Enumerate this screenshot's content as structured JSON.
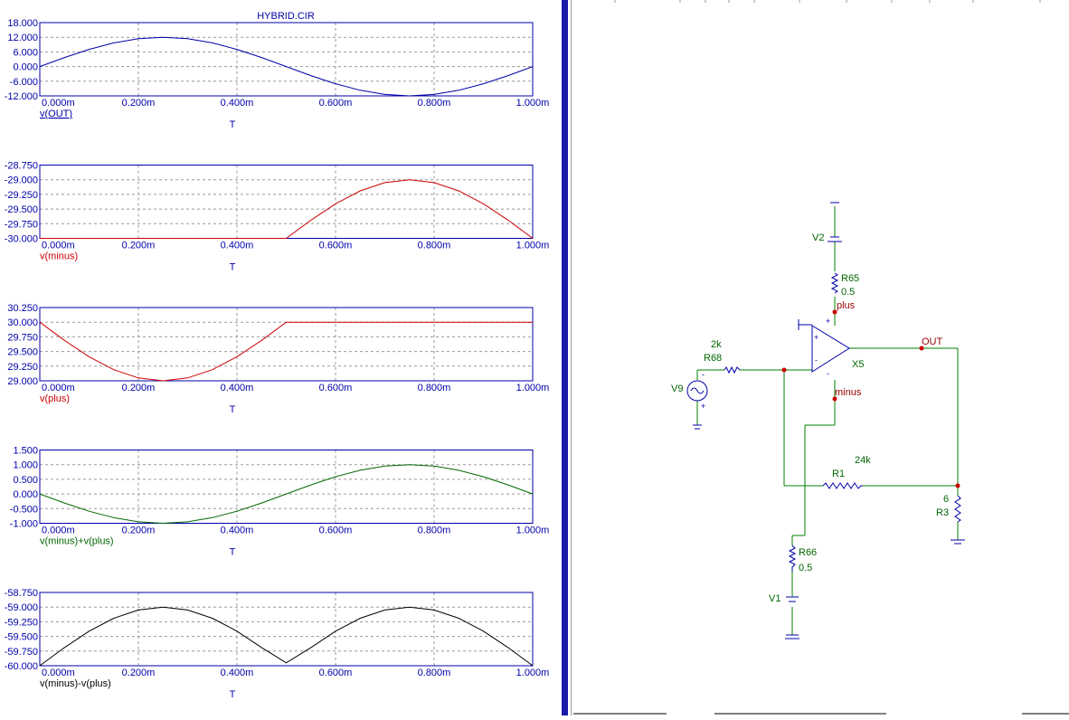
{
  "window": {
    "title": "HYBRID.CIR"
  },
  "colors": {
    "axis": "#0000aa",
    "blue": "#0000aa",
    "red": "#cc0000",
    "green": "#006600",
    "black": "#000000",
    "schematic_wire": "#008000",
    "schematic_part": "#0000aa",
    "node_dot": "#cc0000",
    "node_label": "#990000"
  },
  "chart_data": [
    {
      "type": "line",
      "title": "HYBRID.CIR",
      "xlabel": "T",
      "ylabel": "v(OUT)",
      "x_ticks": [
        "0.000m",
        "0.200m",
        "0.400m",
        "0.600m",
        "0.800m",
        "1.000m"
      ],
      "y_ticks": [
        "18.000",
        "12.000",
        "6.000",
        "0.000",
        "-6.000",
        "-12.000"
      ],
      "xlim": [
        0,
        1.0
      ],
      "ylim": [
        -12,
        18
      ],
      "grid": true,
      "series": [
        {
          "name": "v(OUT)",
          "color": "#0000aa",
          "x": [
            0,
            0.05,
            0.1,
            0.15,
            0.2,
            0.25,
            0.3,
            0.35,
            0.4,
            0.45,
            0.5,
            0.55,
            0.6,
            0.65,
            0.7,
            0.75,
            0.8,
            0.85,
            0.9,
            0.95,
            1.0
          ],
          "y": [
            0,
            3.71,
            7.05,
            9.71,
            11.41,
            12,
            11.41,
            9.71,
            7.05,
            3.71,
            0,
            -3.71,
            -7.05,
            -9.71,
            -11.41,
            -12,
            -11.41,
            -9.71,
            -7.05,
            -3.71,
            0
          ]
        }
      ]
    },
    {
      "type": "line",
      "xlabel": "T",
      "ylabel": "v(minus)",
      "x_ticks": [
        "0.000m",
        "0.200m",
        "0.400m",
        "0.600m",
        "0.800m",
        "1.000m"
      ],
      "y_ticks": [
        "-28.750",
        "-29.000",
        "-29.250",
        "-29.500",
        "-29.750",
        "-30.000"
      ],
      "xlim": [
        0,
        1.0
      ],
      "ylim": [
        -30,
        -28.75
      ],
      "grid": true,
      "series": [
        {
          "name": "v(minus)",
          "color": "#cc0000",
          "x": [
            0,
            0.05,
            0.1,
            0.15,
            0.2,
            0.25,
            0.3,
            0.35,
            0.4,
            0.45,
            0.5,
            0.55,
            0.6,
            0.65,
            0.7,
            0.75,
            0.8,
            0.85,
            0.9,
            0.95,
            1.0
          ],
          "y": [
            -30,
            -30,
            -30,
            -30,
            -30,
            -30,
            -30,
            -30,
            -30,
            -30,
            -30,
            -29.69,
            -29.41,
            -29.19,
            -29.05,
            -29,
            -29.05,
            -29.19,
            -29.41,
            -29.69,
            -30
          ]
        }
      ]
    },
    {
      "type": "line",
      "xlabel": "T",
      "ylabel": "v(plus)",
      "x_ticks": [
        "0.000m",
        "0.200m",
        "0.400m",
        "0.600m",
        "0.800m",
        "1.000m"
      ],
      "y_ticks": [
        "30.250",
        "30.000",
        "29.750",
        "29.500",
        "29.250",
        "29.000"
      ],
      "xlim": [
        0,
        1.0
      ],
      "ylim": [
        29,
        30.25
      ],
      "grid": true,
      "series": [
        {
          "name": "v(plus)",
          "color": "#cc0000",
          "x": [
            0,
            0.05,
            0.1,
            0.15,
            0.2,
            0.25,
            0.3,
            0.35,
            0.4,
            0.45,
            0.5,
            0.55,
            0.6,
            0.65,
            0.7,
            0.75,
            0.8,
            0.85,
            0.9,
            0.95,
            1.0
          ],
          "y": [
            30,
            29.69,
            29.41,
            29.19,
            29.05,
            29,
            29.05,
            29.19,
            29.41,
            29.69,
            30,
            30,
            30,
            30,
            30,
            30,
            30,
            30,
            30,
            30,
            30
          ]
        }
      ]
    },
    {
      "type": "line",
      "xlabel": "T",
      "ylabel": "v(minus)+v(plus)",
      "x_ticks": [
        "0.000m",
        "0.200m",
        "0.400m",
        "0.600m",
        "0.800m",
        "1.000m"
      ],
      "y_ticks": [
        "1.500",
        "1.000",
        "0.500",
        "0.000",
        "-0.500",
        "-1.000"
      ],
      "xlim": [
        0,
        1.0
      ],
      "ylim": [
        -1,
        1.5
      ],
      "grid": true,
      "series": [
        {
          "name": "v(minus)+v(plus)",
          "color": "#006600",
          "x": [
            0,
            0.05,
            0.1,
            0.15,
            0.2,
            0.25,
            0.3,
            0.35,
            0.4,
            0.45,
            0.5,
            0.55,
            0.6,
            0.65,
            0.7,
            0.75,
            0.8,
            0.85,
            0.9,
            0.95,
            1.0
          ],
          "y": [
            0,
            -0.31,
            -0.59,
            -0.81,
            -0.95,
            -1,
            -0.95,
            -0.81,
            -0.59,
            -0.31,
            0,
            0.31,
            0.59,
            0.81,
            0.95,
            1,
            0.95,
            0.81,
            0.59,
            0.31,
            0
          ]
        }
      ]
    },
    {
      "type": "line",
      "xlabel": "T",
      "ylabel": "v(minus)-v(plus)",
      "x_ticks": [
        "0.000m",
        "0.200m",
        "0.400m",
        "0.600m",
        "0.800m",
        "1.000m"
      ],
      "y_ticks": [
        "-58.750",
        "-59.000",
        "-59.250",
        "-59.500",
        "-59.750",
        "-60.000"
      ],
      "xlim": [
        0,
        1.0
      ],
      "ylim": [
        -60,
        -58.75
      ],
      "grid": true,
      "series": [
        {
          "name": "v(minus)-v(plus)",
          "color": "#000000",
          "x": [
            0,
            0.05,
            0.1,
            0.15,
            0.2,
            0.25,
            0.3,
            0.35,
            0.4,
            0.45,
            0.5,
            0.55,
            0.6,
            0.65,
            0.7,
            0.75,
            0.8,
            0.85,
            0.9,
            0.95,
            1.0
          ],
          "y": [
            -60,
            -59.69,
            -59.41,
            -59.19,
            -59.05,
            -59,
            -59.05,
            -59.19,
            -59.41,
            -59.69,
            -59.95,
            -59.69,
            -59.41,
            -59.19,
            -59.05,
            -59,
            -59.05,
            -59.19,
            -59.41,
            -59.69,
            -60
          ]
        }
      ]
    }
  ],
  "schematic": {
    "V2": "V2",
    "R65": "R65",
    "R65_value": "0.5",
    "plus": "plus",
    "OUT": "OUT",
    "X5": "X5",
    "R68": "R68",
    "R68_value": "2k",
    "V9": "V9",
    "minus": "minus",
    "R1": "R1",
    "R1_value": "24k",
    "R3": "R3",
    "R3_value": "6",
    "R66": "R66",
    "R66_value": "0.5",
    "V1": "V1",
    "opamp_plus": "+",
    "opamp_minus": "-",
    "supply_plus": "+",
    "supply_minus": "-",
    "src_plus": "+",
    "src_minus": "-"
  }
}
